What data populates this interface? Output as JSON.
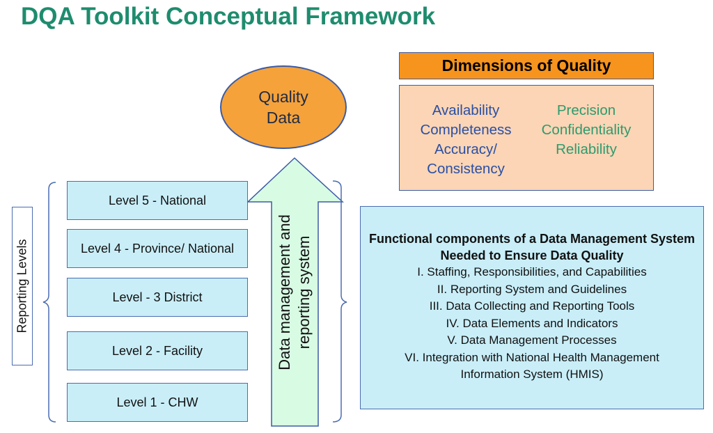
{
  "title": "DQA Toolkit Conceptual Framework",
  "quality_data": "Quality Data",
  "dimensions": {
    "heading": "Dimensions of Quality",
    "left": [
      "Availability",
      "Completeness",
      "Accuracy/",
      "Consistency"
    ],
    "right": [
      "Precision",
      "Confidentiality",
      "Reliability"
    ],
    "colors": {
      "left": "#2a4fa5",
      "right": "#2f9a6e"
    }
  },
  "levels": [
    "Level 5 - National",
    "Level 4 - Province/ National",
    "Level - 3 District",
    "Level 2 - Facility",
    "Level 1 - CHW"
  ],
  "reporting_levels": "Reporting Levels",
  "arrow_label": "Data management and reporting system",
  "functional": {
    "title": "Functional components of a Data Management System Needed to Ensure Data Quality",
    "items": [
      "I. Staffing, Responsibilities, and Capabilities",
      "II. Reporting System and Guidelines",
      "III. Data Collecting and Reporting Tools",
      "IV. Data Elements and Indicators",
      "V. Data Management Processes",
      "VI. Integration with National Health Management Information System (HMIS)"
    ]
  },
  "colors": {
    "title": "#1e8c6e",
    "box_fill": "#c9eef8",
    "ellipse": "#f5a23a",
    "dim_head": "#f7941d",
    "dim_box": "#fbd5b5"
  }
}
